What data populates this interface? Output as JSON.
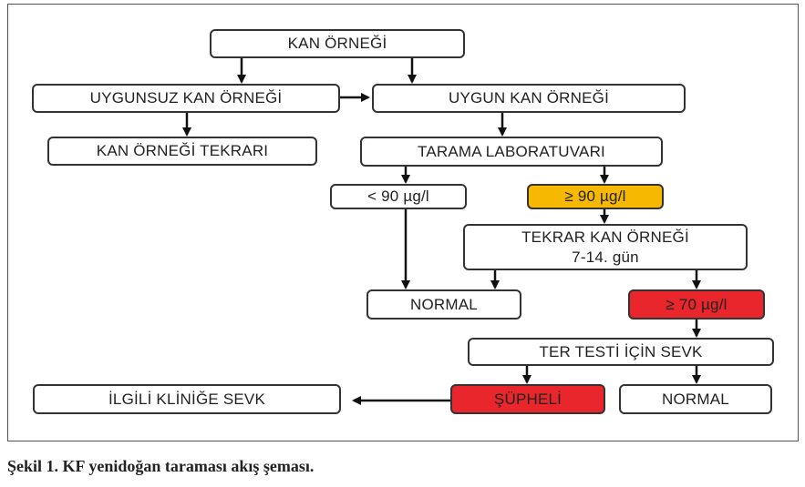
{
  "nodes": {
    "kan_ornegi": "KAN ÖRNEĞİ",
    "uygunsuz": "UYGUNSUZ KAN ÖRNEĞİ",
    "uygun": "UYGUN KAN ÖRNEĞİ",
    "tekrari": "KAN ÖRNEĞİ TEKRARI",
    "tarama": "TARAMA LABORATUVARI",
    "low": "< 90 µg/l",
    "high": "≥ 90 µg/l",
    "tekrar_line1": "TEKRAR KAN ÖRNEĞİ",
    "tekrar_line2": "7-14. gün",
    "normal1": "NORMAL",
    "high70": "≥ 70 µg/l",
    "ter": "TER TESTİ İÇİN SEVK",
    "supheli": "ŞÜPHELİ",
    "normal2": "NORMAL",
    "ilgili": "İLGİLİ KLİNİĞE SEVK"
  },
  "colors": {
    "warning": "#f6b800",
    "alert": "#e8262b",
    "border": "#333333"
  },
  "caption": "Şekil 1. KF yenidoğan taraması akış şeması."
}
